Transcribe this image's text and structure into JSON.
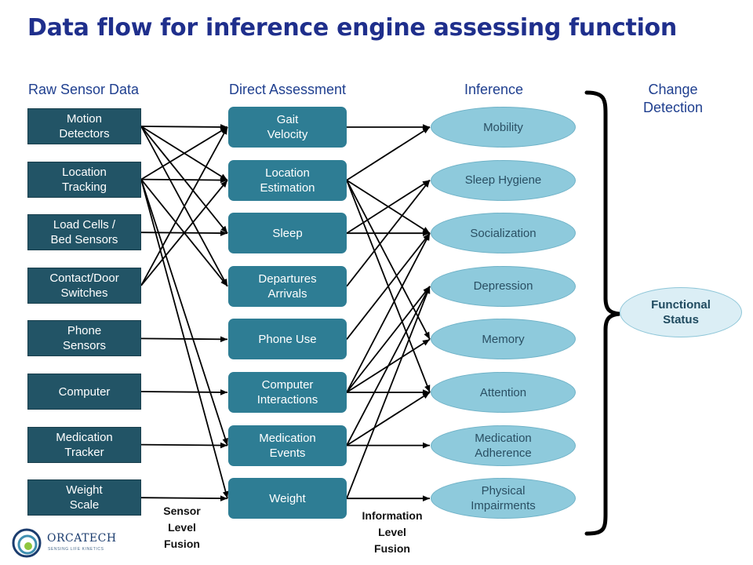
{
  "title": "Data flow for inference engine assessing function",
  "headers": {
    "raw": "Raw Sensor Data",
    "direct": "Direct Assessment",
    "inference": "Inference",
    "change": "Change\nDetection"
  },
  "raw_nodes": [
    "Motion\nDetectors",
    "Location\nTracking",
    "Load Cells /\nBed Sensors",
    "Contact/Door\nSwitches",
    "Phone\nSensors",
    "Computer",
    "Medication\nTracker",
    "Weight\nScale"
  ],
  "direct_nodes": [
    "Gait\nVelocity",
    "Location\nEstimation",
    "Sleep",
    "Departures\nArrivals",
    "Phone Use",
    "Computer\nInteractions",
    "Medication\nEvents",
    "Weight"
  ],
  "inference_nodes": [
    "Mobility",
    "Sleep Hygiene",
    "Socialization",
    "Depression",
    "Memory",
    "Attention",
    "Medication\nAdherence",
    "Physical\nImpairments"
  ],
  "functional_status": "Functional\nStatus",
  "sensor_fusion_label": "Sensor\nLevel\nFusion",
  "information_fusion_label": "Information\nLevel\nFusion",
  "logo": {
    "name": "ORCATECH",
    "tagline": "SENSING LIFE KINETICS"
  },
  "colors": {
    "title": "#1f2f8c",
    "raw_box": "#225466",
    "direct_box": "#2e7d94",
    "inference_ellipse": "#8ecadc",
    "functional_ellipse": "#dbeef5"
  },
  "sensor_links": [
    [
      0,
      0
    ],
    [
      0,
      1
    ],
    [
      0,
      2
    ],
    [
      0,
      3
    ],
    [
      1,
      0
    ],
    [
      1,
      1
    ],
    [
      1,
      3
    ],
    [
      1,
      6
    ],
    [
      1,
      7
    ],
    [
      2,
      2
    ],
    [
      3,
      0
    ],
    [
      3,
      1
    ],
    [
      4,
      4
    ],
    [
      5,
      5
    ],
    [
      6,
      6
    ],
    [
      7,
      7
    ]
  ],
  "information_links": [
    [
      0,
      0
    ],
    [
      1,
      0
    ],
    [
      1,
      2
    ],
    [
      1,
      4
    ],
    [
      1,
      5
    ],
    [
      2,
      1
    ],
    [
      2,
      2
    ],
    [
      3,
      1
    ],
    [
      4,
      2
    ],
    [
      5,
      2
    ],
    [
      5,
      3
    ],
    [
      5,
      4
    ],
    [
      5,
      5
    ],
    [
      6,
      3
    ],
    [
      6,
      5
    ],
    [
      6,
      6
    ],
    [
      7,
      3
    ],
    [
      7,
      7
    ]
  ]
}
